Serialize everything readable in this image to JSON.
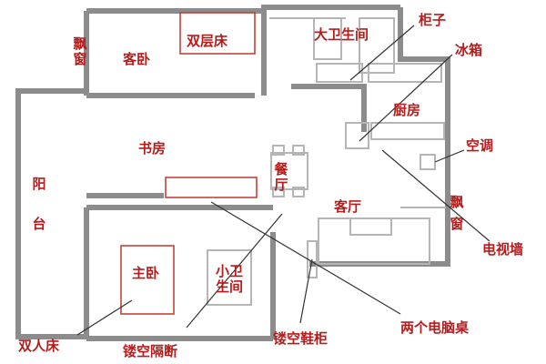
{
  "rooms": {
    "guest_bedroom": "客卧",
    "bunk_bed": "双层床",
    "big_bathroom": "大卫生间",
    "study": "书房",
    "dining": "餐厅",
    "kitchen": "厨房",
    "living": "客厅",
    "master_bedroom": "主卧",
    "small_bathroom": "小卫生间",
    "balcony": "阳台",
    "bay_window_left": "飘窗",
    "bay_window_right": "飘窗"
  },
  "callouts": {
    "cabinet": "柜子",
    "fridge": "冰箱",
    "aircon": "空调",
    "tv_wall": "电视墙",
    "two_desks": "两个电脑桌",
    "shoe_cabinet": "镂空鞋柜",
    "partition": "镂空隔断",
    "double_bed": "双人床"
  },
  "colors": {
    "wall": "#8c8c8c",
    "wall_light": "#b5b5b5",
    "label": "#b71c1c",
    "box": "#c0392b",
    "leader": "#333333"
  }
}
